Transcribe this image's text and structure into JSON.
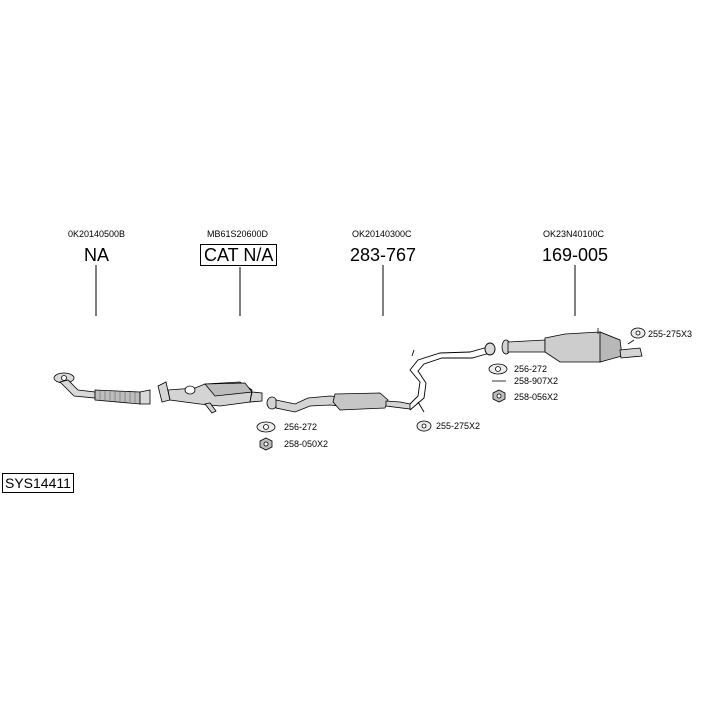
{
  "columns": [
    {
      "code": "0K20140500B",
      "part": "NA",
      "boxed": false
    },
    {
      "code": "MB61S20600D",
      "part": "CAT N/A",
      "boxed": true
    },
    {
      "code": "OK20140300C",
      "part": "283-767",
      "boxed": false
    },
    {
      "code": "OK23N40100C",
      "part": "169-005",
      "boxed": false
    }
  ],
  "accessories": {
    "gasket_front": "256-272",
    "nut_front": "258-050X2",
    "hanger_mid": "255-275X2",
    "gasket_rear": "256-272",
    "bolt_rear": "258-907X2",
    "nut_rear": "258-056X2",
    "hanger_rear": "255-275X3"
  },
  "system_id": "SYS14411"
}
